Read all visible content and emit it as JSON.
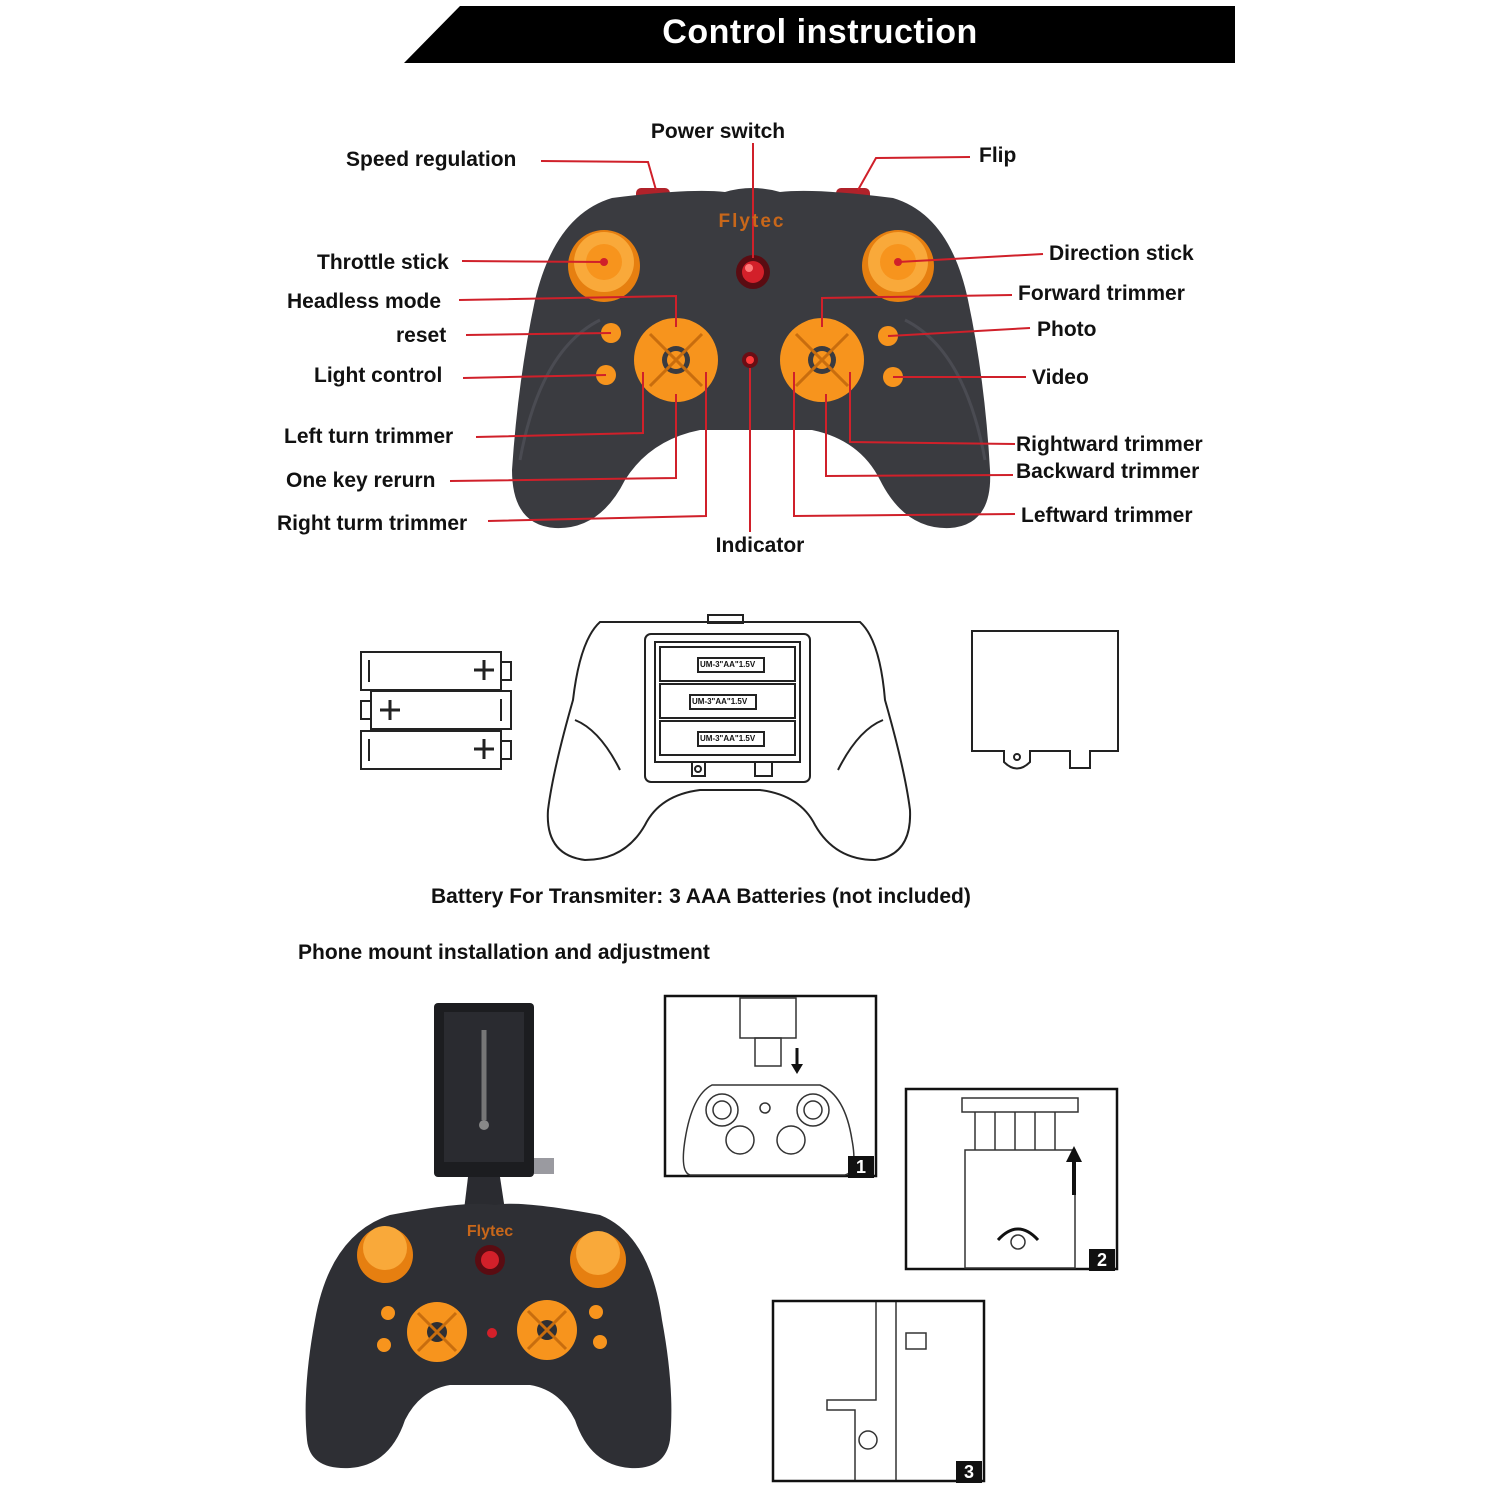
{
  "header": {
    "title": "Control instruction"
  },
  "controller": {
    "brand": "Flytec",
    "labels": {
      "power_switch": "Power switch",
      "speed_regulation": "Speed regulation",
      "flip": "Flip",
      "throttle_stick": "Throttle stick",
      "direction_stick": "Direction stick",
      "headless_mode": "Headless mode",
      "forward_trimmer": "Forward trimmer",
      "reset": "reset",
      "photo": "Photo",
      "light_control": "Light control",
      "video": "Video",
      "left_turn_trimmer": "Left turn trimmer",
      "rightward_trimmer": "Rightward trimmer",
      "one_key_return": "One key rerurn",
      "backward_trimmer": "Backward trimmer",
      "right_turn_trimmer": "Right turm trimmer",
      "leftward_trimmer": "Leftward trimmer",
      "indicator": "Indicator"
    },
    "accent_color": "#f7941d",
    "line_color": "#d0202a",
    "body_color": "#3a3b40"
  },
  "battery": {
    "cell_label": "UM-3\"AA\"1.5V",
    "caption": "Battery For Transmiter: 3 AAA Batteries (not included)"
  },
  "phone_mount": {
    "title": "Phone mount installation and adjustment",
    "brand": "Flytec",
    "steps": [
      "1",
      "2",
      "3"
    ]
  }
}
